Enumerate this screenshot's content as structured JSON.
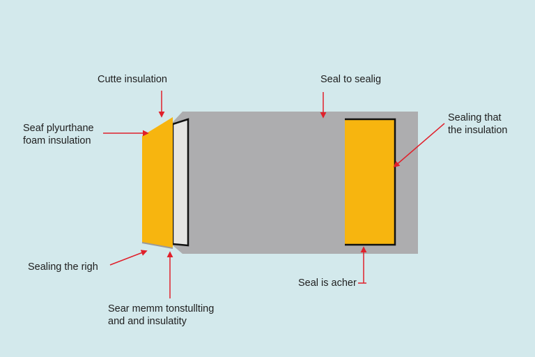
{
  "colors": {
    "background": "#d3e9ec",
    "panel_gray": "#adadaf",
    "insulation_yellow": "#f7b50f",
    "arrow_red": "#e0202b",
    "outline_black": "#111111",
    "inner_panel": "#e6e6e4"
  },
  "labels": {
    "top_left": "Cutte insulation",
    "top_center": "Seal to sealig",
    "left_upper": "Seaf plyurthane\nfoam insulation",
    "right_upper": "Sealing that\nthe insulation",
    "left_lower": "Sealing the righ",
    "bottom_center": "Seal is acher",
    "bottom_left": "Sear memm tonstullting\nand and insulatity"
  }
}
